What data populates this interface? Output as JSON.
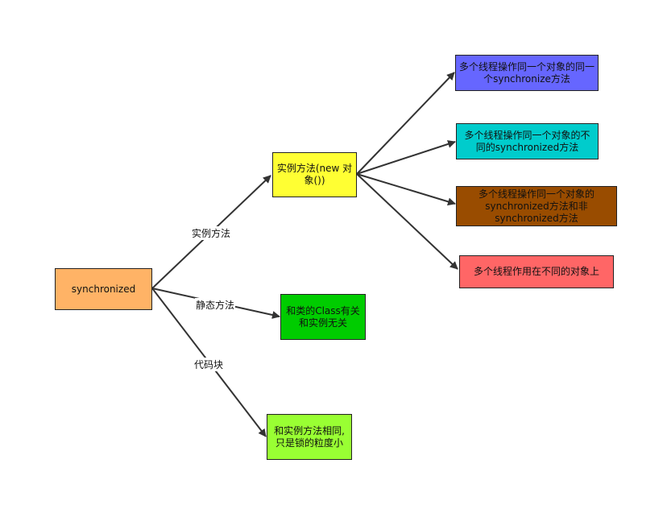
{
  "nodes": {
    "root": {
      "text": "synchronized",
      "color": "#FFB366"
    },
    "instance": {
      "text": "实例方法(new 对象())",
      "color": "#FFFF33"
    },
    "static": {
      "text": "和类的Class有关和实例无关",
      "color": "#00CC00"
    },
    "block": {
      "text": "和实例方法相同,只是锁的粒度小",
      "color": "#99FF33"
    },
    "same_obj": {
      "text": "多个线程操作同一个对象的同一个synchronize方法",
      "color": "#6666FF"
    },
    "diff_sync": {
      "text": "多个线程操作同一个对象的不同的synchronized方法",
      "color": "#00CCCC"
    },
    "mixed": {
      "text": "多个线程操作同一个对象的synchronized方法和非synchronized方法",
      "color": "#994C00"
    },
    "diff_obj": {
      "text": "多个线程作用在不同的对象上",
      "color": "#FF6666"
    }
  },
  "edges": {
    "root_instance": "实例方法",
    "root_static": "静态方法",
    "root_block": "代码块"
  }
}
